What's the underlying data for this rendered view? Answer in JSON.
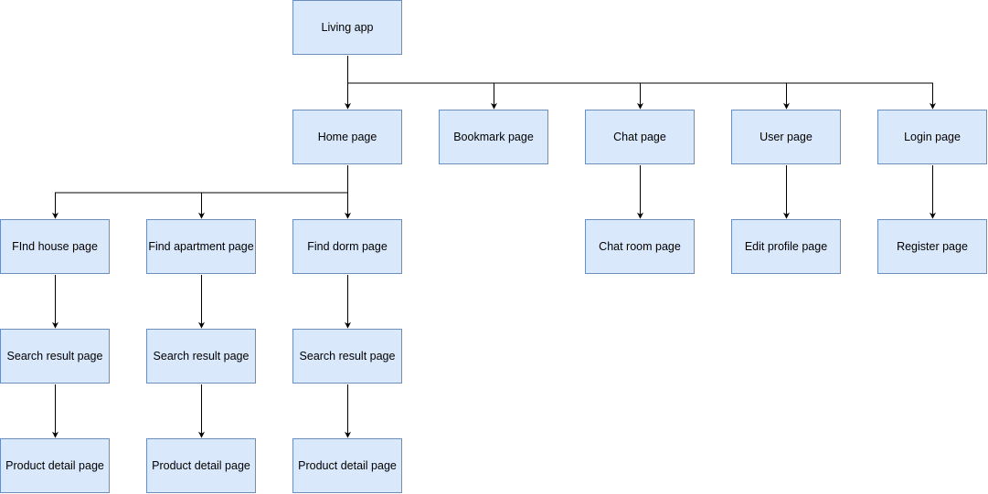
{
  "colors": {
    "node_fill": "#dae8fc",
    "node_border": "#6c8ebf",
    "connector": "#000000"
  },
  "nodes": {
    "root": "Living app",
    "home": "Home page",
    "bookmark": "Bookmark page",
    "chat": "Chat page",
    "user": "User page",
    "login": "Login page",
    "find_house": "FInd house page",
    "find_apartment": "Find apartment page",
    "find_dorm": "Find dorm page",
    "chat_room": "Chat room page",
    "edit_profile": "Edit profile page",
    "register": "Register page",
    "search_result_house": "Search result page",
    "search_result_apartment": "Search result page",
    "search_result_dorm": "Search result page",
    "product_detail_house": "Product detail page",
    "product_detail_apartment": "Product detail page",
    "product_detail_dorm": "Product detail page"
  },
  "edges": [
    [
      "root",
      "home"
    ],
    [
      "root",
      "bookmark"
    ],
    [
      "root",
      "chat"
    ],
    [
      "root",
      "user"
    ],
    [
      "root",
      "login"
    ],
    [
      "home",
      "find_house"
    ],
    [
      "home",
      "find_apartment"
    ],
    [
      "home",
      "find_dorm"
    ],
    [
      "chat",
      "chat_room"
    ],
    [
      "user",
      "edit_profile"
    ],
    [
      "login",
      "register"
    ],
    [
      "find_house",
      "search_result_house"
    ],
    [
      "find_apartment",
      "search_result_apartment"
    ],
    [
      "find_dorm",
      "search_result_dorm"
    ],
    [
      "search_result_house",
      "product_detail_house"
    ],
    [
      "search_result_apartment",
      "product_detail_apartment"
    ],
    [
      "search_result_dorm",
      "product_detail_dorm"
    ]
  ]
}
